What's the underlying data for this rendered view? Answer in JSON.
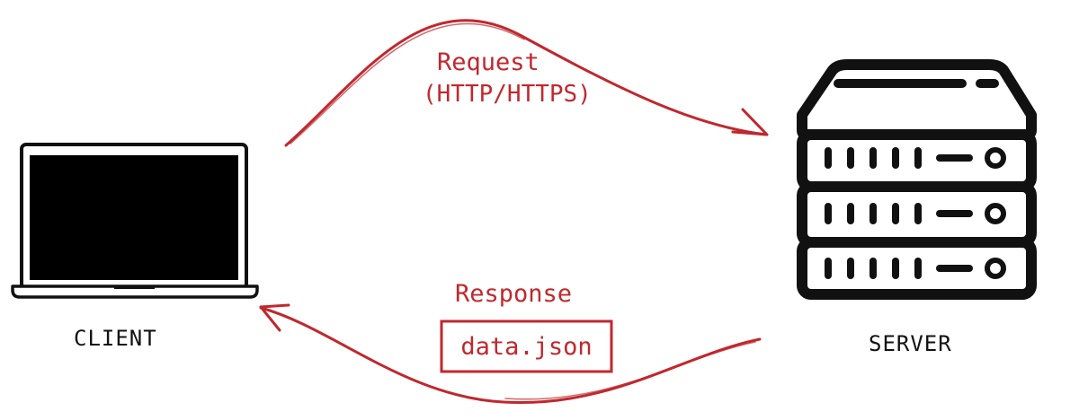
{
  "colors": {
    "accent": "#c0282e",
    "ink": "#111111",
    "background": "#ffffff"
  },
  "nodes": {
    "client": {
      "label": "CLIENT",
      "icon": "laptop-icon"
    },
    "server": {
      "label": "SERVER",
      "icon": "server-rack-icon"
    }
  },
  "request": {
    "title": "Request",
    "protocol": "(HTTP/HTTPS)"
  },
  "response": {
    "title": "Response",
    "payload": "data.json"
  }
}
